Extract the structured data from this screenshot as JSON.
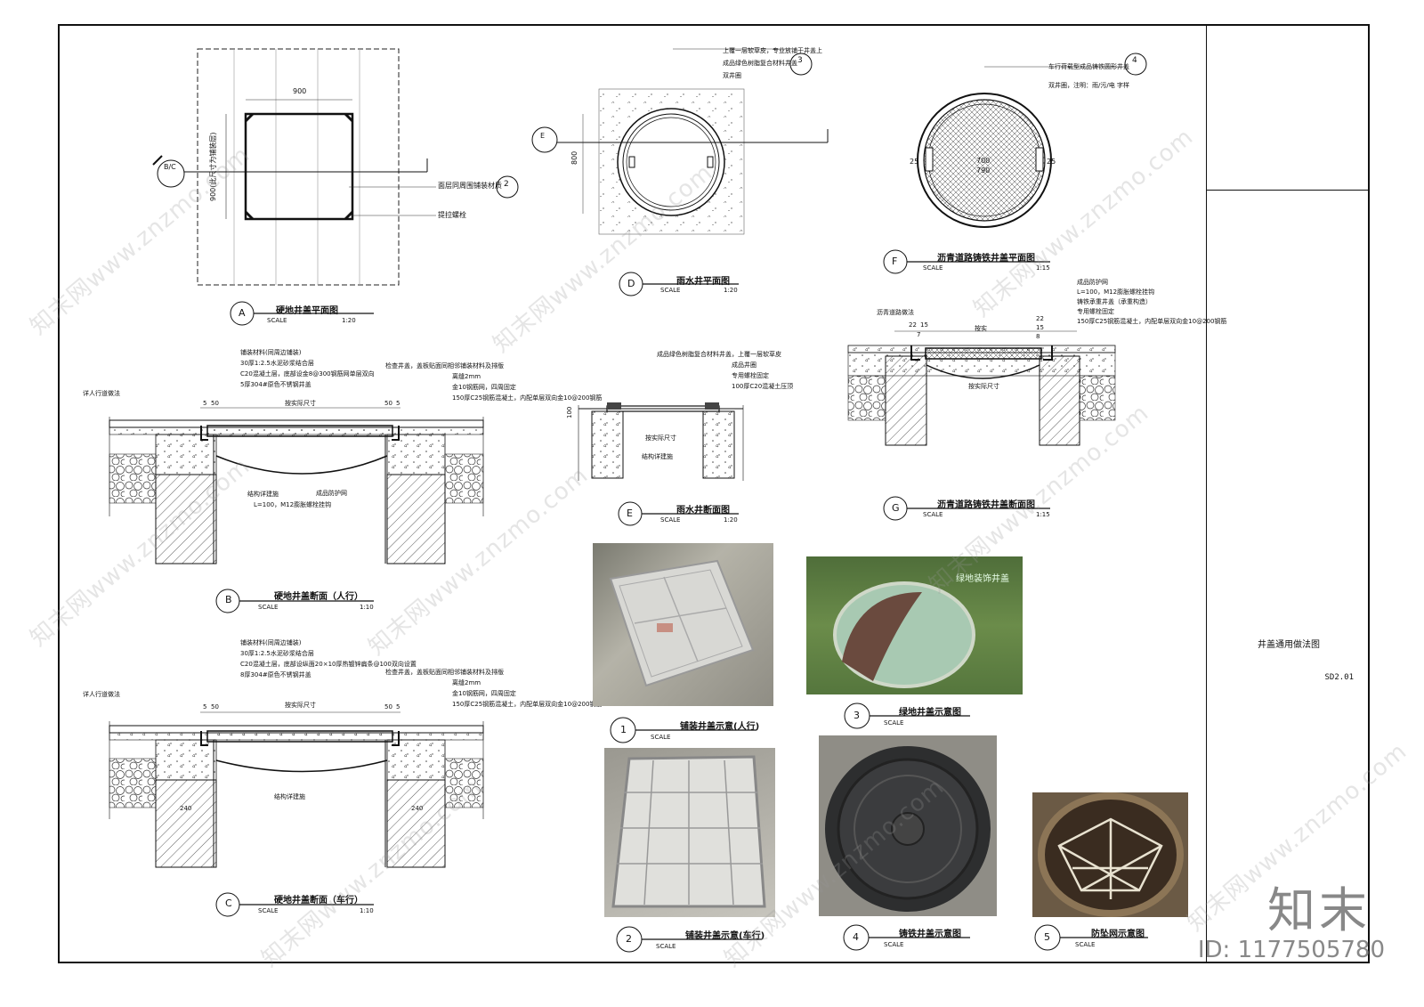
{
  "sheet": {
    "title": "井盖通用做法图",
    "code": "SD2.01"
  },
  "views": {
    "A": {
      "id": "A",
      "title": "硬地井盖平面图",
      "scale_label": "SCALE",
      "scale": "1:20"
    },
    "B": {
      "id": "B",
      "title": "硬地井盖断面（人行）",
      "scale_label": "SCALE",
      "scale": "1:10"
    },
    "C": {
      "id": "C",
      "title": "硬地井盖断面（车行）",
      "scale_label": "SCALE",
      "scale": "1:10"
    },
    "D": {
      "id": "D",
      "title": "雨水井平面图",
      "scale_label": "SCALE",
      "scale": "1:20"
    },
    "E": {
      "id": "E",
      "title": "雨水井断面图",
      "scale_label": "SCALE",
      "scale": "1:20"
    },
    "F": {
      "id": "F",
      "title": "沥青道路铸铁井盖平面图",
      "scale_label": "SCALE",
      "scale": "1:15"
    },
    "G": {
      "id": "G",
      "title": "沥青道路铸铁井盖断面图",
      "scale_label": "SCALE",
      "scale": "1:15"
    }
  },
  "photos": [
    {
      "id": "1",
      "title": "铺装井盖示意(人行)",
      "scale_label": "SCALE"
    },
    {
      "id": "2",
      "title": "铺装井盖示意(车行)",
      "scale_label": "SCALE"
    },
    {
      "id": "3",
      "title": "绿地井盖示意图",
      "scale_label": "SCALE",
      "caption": "绿地装饰井盖"
    },
    {
      "id": "4",
      "title": "铸铁井盖示意图",
      "scale_label": "SCALE"
    },
    {
      "id": "5",
      "title": "防坠网示意图",
      "scale_label": "SCALE"
    }
  ],
  "plan_a": {
    "dim_top": "900",
    "dim_side": "900(此尺寸为铺装层)",
    "note_1": "面层同周围铺装材质",
    "note_2": "提拉螺栓",
    "section_mark": "B/C",
    "ref_mark": "2"
  },
  "plan_d": {
    "dim_side": "800",
    "note_1": "上覆一层软草皮，专业放铺于井盖上",
    "note_2": "成品绿色树脂复合材料井盖",
    "note_3": "双井圈",
    "section_mark": "E",
    "ref_mark": "3"
  },
  "plan_f": {
    "note_1": "车行荷载型成品铸铁圆形井盖",
    "note_2": "双井圈，注明：雨/污/电 字样",
    "ref_mark": "4",
    "dim_inner": "700",
    "dim_outer": "790",
    "dim_edge": "25"
  },
  "section_b": {
    "notes_top": [
      "铺装材料(同周边铺装)",
      "30厚1:2.5水泥砂浆结合层",
      "C20混凝土层，底部设金8@300钢筋网单层双向",
      "5厚304#原色不锈钢井盖"
    ],
    "notes_right": [
      "检查井盖，盖板贴面同相邻铺装材料及排版",
      "离缝2mm",
      "金10钢筋网，四周固定",
      "150厚C25钢筋混凝土，内配单层双向金10@200钢筋"
    ],
    "note_left": "详人行道做法",
    "dims": [
      "5",
      "50",
      "50",
      "5"
    ],
    "dim_center": "按实际尺寸",
    "note_structure": "结构详建施",
    "note_net": "成品防护网",
    "note_bolt": "L=100，M12膨胀螺栓挂钩"
  },
  "section_c": {
    "notes_top": [
      "铺装材料(同周边铺装)",
      "30厚1:2.5水泥砂浆结合层",
      "C20混凝土层，底部设纵面20×10厚热镀锌扁条@100双向设置",
      "8厚304#原色不锈钢井盖"
    ],
    "notes_right": [
      "检查井盖，盖板贴面同相邻铺装材料及排版",
      "离缝2mm",
      "金10钢筋网，四周固定",
      "150厚C25钢筋混凝土，内配单层双向金10@200钢筋"
    ],
    "note_left": "详人行道做法",
    "dims": [
      "5",
      "50",
      "50",
      "5"
    ],
    "dim_center": "按实际尺寸",
    "dim_wall": "240",
    "note_structure": "结构详建施"
  },
  "section_e": {
    "notes": [
      "成品绿色树脂复合材料井盖，上覆一层软草皮",
      "成品井圈",
      "专用螺栓固定",
      "100厚C20混凝土压顶"
    ],
    "dim_height": "100",
    "dim_center": "按实际尺寸",
    "note_structure": "结构详建施"
  },
  "section_g": {
    "notes": [
      "成品防护网",
      "L=100，M12膨胀螺栓挂钩",
      "铸铁承重井盖（承重构造）",
      "专用螺栓固定",
      "150厚C25钢筋混凝土，内配单层双向金10@200钢筋"
    ],
    "note_left": "沥青道路做法",
    "dims": [
      "22",
      "15",
      "22",
      "15",
      "7",
      "8"
    ],
    "dim_top": "按实",
    "dim_center": "按实际尺寸"
  },
  "watermark": {
    "text": "知末网www.znzmo.com",
    "brand": "知末",
    "id_label": "ID: 1177505780"
  }
}
